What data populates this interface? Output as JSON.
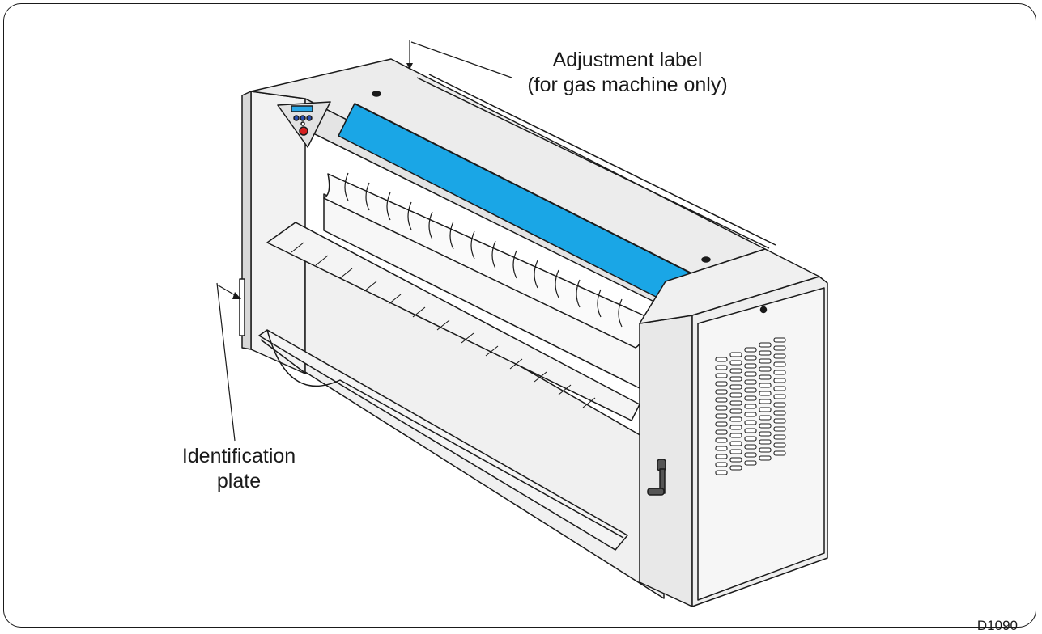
{
  "callouts": {
    "adjustment_label": {
      "line1": "Adjustment label",
      "line2": "(for gas machine only)"
    },
    "identification_plate": {
      "line1": "Identification",
      "line2": "plate"
    }
  },
  "drawing_code": "D1090",
  "colors": {
    "line": "#1a1a1a",
    "body": "#e6e6e6",
    "body_light": "#f2f2f2",
    "body_dark": "#cfcfcf",
    "accent_strip": "#1aa6e6",
    "control_display": "#29a8e8",
    "control_button_blue": "#2a4fb0",
    "stop_button": "#d62020"
  },
  "icons": {
    "control_panel": "control-panel-icon",
    "crank_handle": "crank-handle-icon",
    "ventilation_grille": "ventilation-grille-icon"
  }
}
